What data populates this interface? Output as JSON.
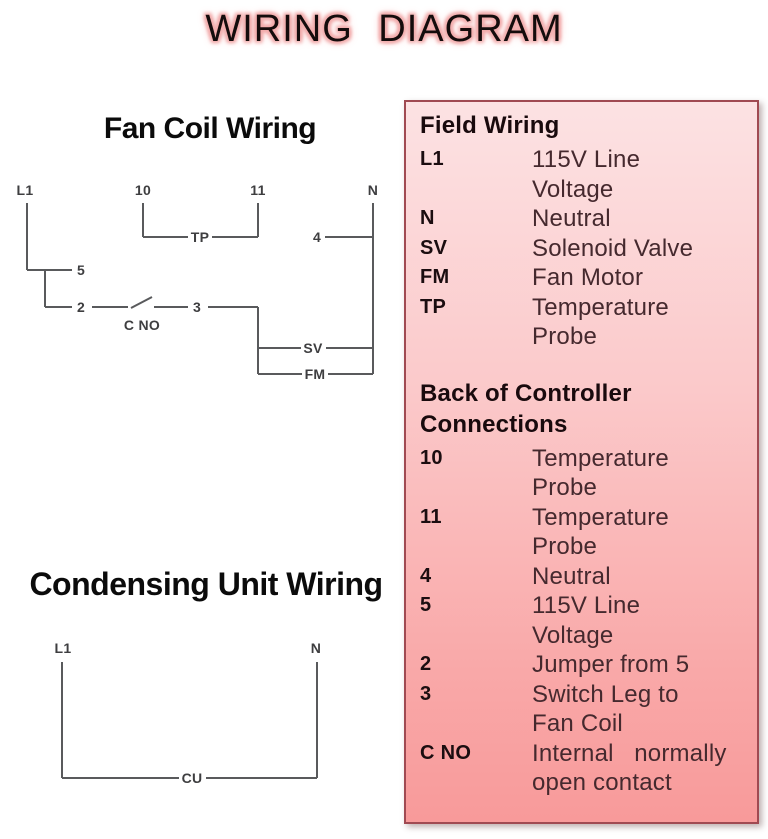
{
  "title": "WIRING DIAGRAM",
  "fan_coil": {
    "heading": "Fan Coil Wiring",
    "labels": {
      "l1": "L1",
      "t10": "10",
      "t11": "11",
      "n": "N",
      "tp": "TP",
      "t4": "4",
      "t5": "5",
      "t2": "2",
      "t3": "3",
      "cno": "C NO",
      "sv": "SV",
      "fm": "FM"
    }
  },
  "condensing": {
    "heading": "Condensing Unit Wiring",
    "labels": {
      "l1": "L1",
      "n": "N",
      "cu": "CU"
    }
  },
  "panel": {
    "field_wiring": {
      "heading": "Field Wiring",
      "entries": [
        {
          "key": "L1",
          "value": "115V Line\nVoltage"
        },
        {
          "key": "N",
          "value": "Neutral"
        },
        {
          "key": "SV",
          "value": "Solenoid Valve"
        },
        {
          "key": "FM",
          "value": "Fan Motor"
        },
        {
          "key": "TP",
          "value": "Temperature\nProbe"
        }
      ]
    },
    "controller": {
      "heading": "Back of Controller\nConnections",
      "entries": [
        {
          "key": "10",
          "value": "Temperature\nProbe"
        },
        {
          "key": "11",
          "value": "Temperature\nProbe"
        },
        {
          "key": "4",
          "value": "Neutral"
        },
        {
          "key": "5",
          "value": "115V Line\nVoltage"
        },
        {
          "key": "2",
          "value": "Jumper from 5"
        },
        {
          "key": "3",
          "value": "Switch Leg to\nFan Coil"
        },
        {
          "key": "C NO",
          "value": "Internal   normally\nopen contact"
        }
      ]
    }
  },
  "colors": {
    "title_glow": "#f0a2a2",
    "panel_top": "#fce2e3",
    "panel_bottom": "#f89a9a",
    "panel_border": "#a04a52",
    "wire": "#595a5c",
    "key_text": "#1b0d10",
    "value_text": "#45292e"
  }
}
